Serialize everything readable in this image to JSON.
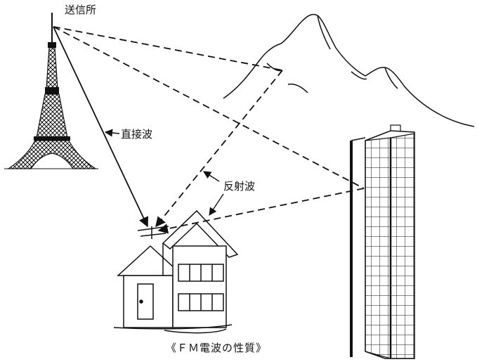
{
  "labels": {
    "station": "送信所",
    "direct_wave": "直接波",
    "reflected_wave": "反射波"
  },
  "caption": "《ＦＭ電波の性質》",
  "icons": {
    "tower": "transmission-tower-icon",
    "mountain": "mountain-icon",
    "building": "high-rise-building-icon",
    "house": "house-icon",
    "antenna": "tv-antenna-icon"
  },
  "colors": {
    "ink": "#111111",
    "background": "#ffffff"
  }
}
